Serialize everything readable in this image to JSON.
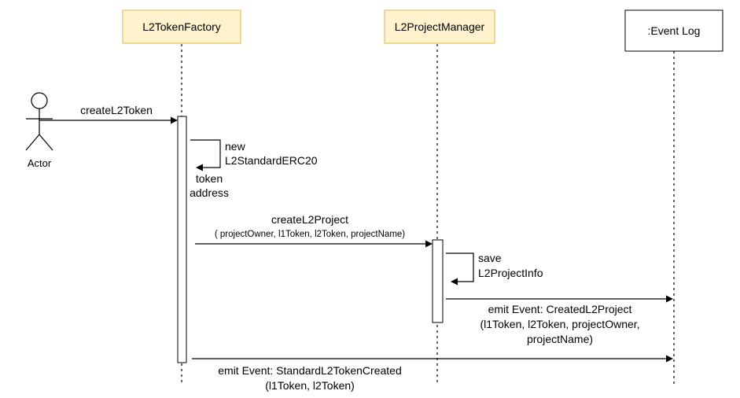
{
  "participants": {
    "factory": "L2TokenFactory",
    "manager": "L2ProjectManager",
    "eventlog": ":Event Log",
    "actor": "Actor"
  },
  "messages": {
    "create_token": "createL2Token",
    "new_erc20_line1": "new",
    "new_erc20_line2": "L2StandardERC20",
    "token_address_line1": "token",
    "token_address_line2": "address",
    "create_project": "createL2Project",
    "create_project_args": "( projectOwner, l1Token, l2Token, projectName)",
    "save_line1": "save",
    "save_line2": "L2ProjectInfo",
    "emit_created_line1": "emit Event: CreatedL2Project",
    "emit_created_line2": "(l1Token, l2Token, projectOwner,",
    "emit_created_line3": "projectName)",
    "emit_standard_line1": "emit Event: StandardL2TokenCreated",
    "emit_standard_line2": "(l1Token, l2Token)"
  },
  "colors": {
    "participant_fill": "#fff2cc",
    "participant_stroke": "#d6b656",
    "plain_fill": "#ffffff",
    "line": "#000000"
  }
}
